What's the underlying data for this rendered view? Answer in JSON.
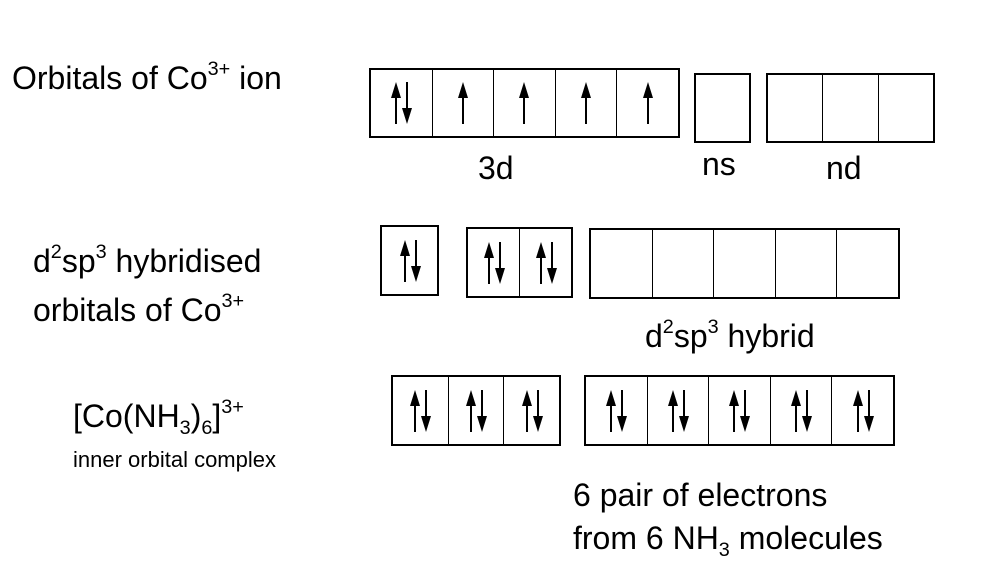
{
  "colors": {
    "ink": "#000000",
    "background": "#ffffff"
  },
  "row1": {
    "label_text": "Orbitals of Co",
    "label_charge": "3+",
    "label_suffix": " ion",
    "groups": [
      {
        "id": "3d",
        "caption": "3d",
        "cells": [
          "pair",
          "up",
          "up",
          "up",
          "up"
        ]
      },
      {
        "id": "ns",
        "caption": "ns",
        "cells": [
          "empty"
        ]
      },
      {
        "id": "nd",
        "caption": "nd",
        "cells": [
          "empty",
          "empty",
          "empty"
        ]
      }
    ]
  },
  "row2": {
    "label_line1_d": "d",
    "label_line1_sup1": "2",
    "label_line1_sp": "sp",
    "label_line1_sup2": "3",
    "label_line1_rest": " hybridised",
    "label_line2_text": "orbitals of Co",
    "label_line2_charge": "3+",
    "groups": [
      {
        "id": "d-single",
        "cells": [
          "pair"
        ]
      },
      {
        "id": "d-double",
        "cells": [
          "pair",
          "pair"
        ]
      },
      {
        "id": "hybrid",
        "cells": [
          "empty",
          "empty",
          "empty",
          "empty",
          "empty"
        ]
      }
    ],
    "hybrid_caption": {
      "d": "d",
      "sup1": "2",
      "sp": "sp",
      "sup2": "3",
      "rest": " hybrid"
    }
  },
  "row3": {
    "formula": {
      "open": "[Co(NH",
      "sub1": "3",
      "close": ")",
      "sub2": "6",
      "bracket": "]",
      "charge": "3+"
    },
    "sublabel": "inner orbital complex",
    "groups": [
      {
        "id": "d-filled",
        "cells": [
          "pair",
          "pair",
          "pair"
        ]
      },
      {
        "id": "hybrid-filled",
        "cells": [
          "pair",
          "pair",
          "pair",
          "pair",
          "pair"
        ]
      }
    ],
    "note_line1": "6 pair of electrons",
    "note_line2_pre": "from 6 NH",
    "note_line2_sub": "3",
    "note_line2_post": " molecules"
  }
}
